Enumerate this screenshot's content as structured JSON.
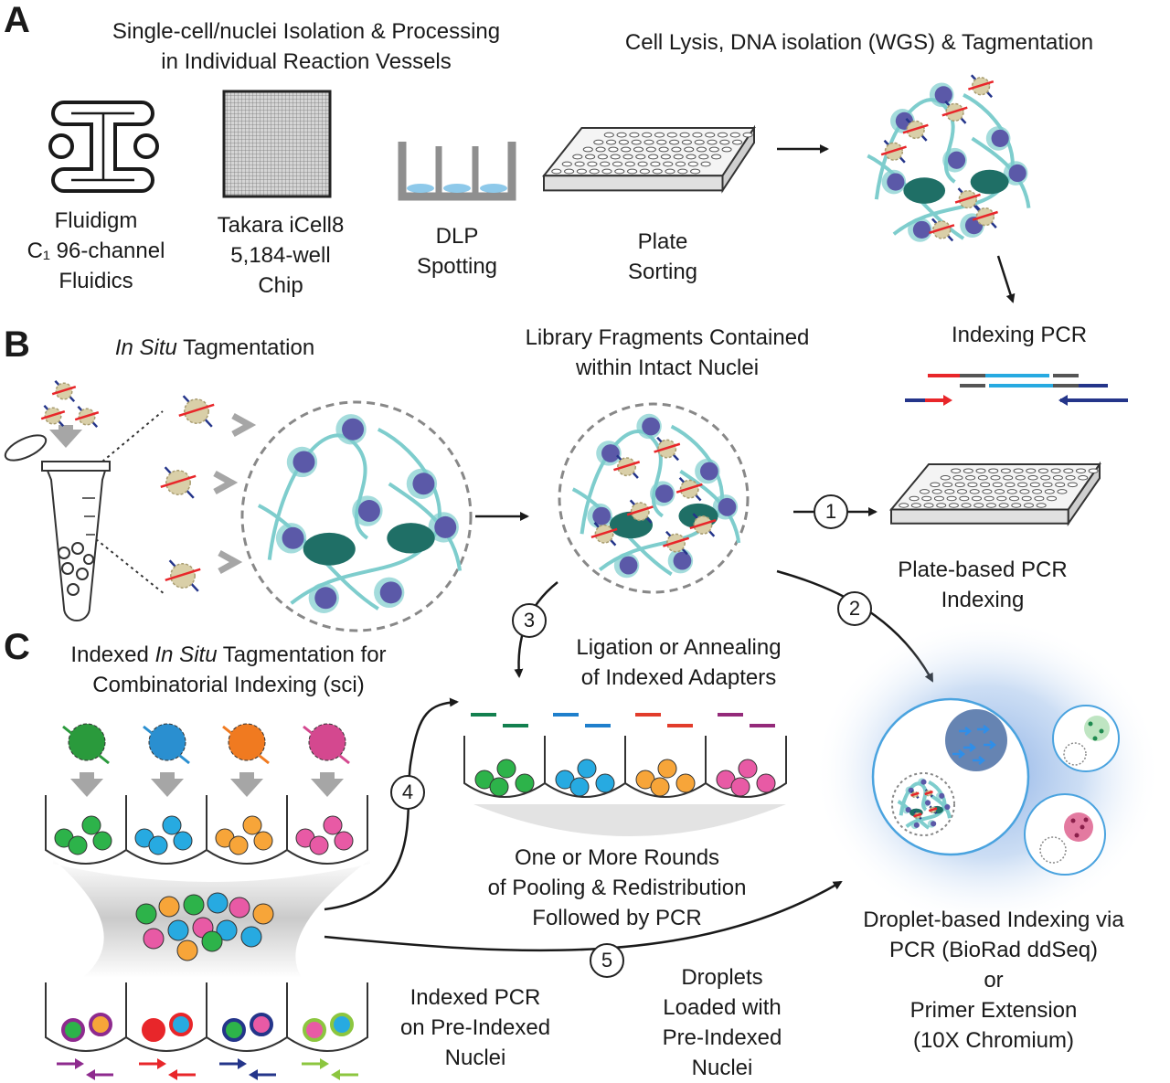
{
  "panels": {
    "a": "A",
    "b": "B",
    "c": "C"
  },
  "headings": {
    "isolation_line1": "Single-cell/nuclei Isolation & Processing",
    "isolation_line2": "in Individual Reaction Vessels",
    "lysis": "Cell Lysis, DNA isolation (WGS) & Tagmentation",
    "in_situ_italic": "In Situ",
    "in_situ_rest": " Tagmentation",
    "library_line1": "Library Fragments Contained",
    "library_line2": "within Intact Nuclei",
    "indexing_pcr": "Indexing PCR",
    "c_line1_pre": "Indexed ",
    "c_line1_italic": "In Situ",
    "c_line1_post": " Tagmentation for",
    "c_line2": "Combinatorial Indexing (sci)"
  },
  "platforms": {
    "fluidigm": [
      "Fluidigm",
      "C₁ 96-channel",
      "Fluidics"
    ],
    "takara": [
      "Takara iCell8",
      "5,184-well",
      "Chip"
    ],
    "dlp": [
      "DLP",
      "Spotting"
    ],
    "plate": [
      "Plate",
      "Sorting"
    ]
  },
  "labels": {
    "plate_pcr": [
      "Plate-based PCR",
      "Indexing"
    ],
    "ligation": [
      "Ligation or Annealing",
      "of Indexed Adapters"
    ],
    "pooling": [
      "One or More Rounds",
      "of Pooling & Redistribution",
      "Followed by PCR"
    ],
    "droplet": [
      "Droplet-based Indexing via",
      "PCR (BioRad ddSeq)",
      "or",
      "Primer Extension",
      "(10X Chromium)"
    ],
    "indexed_pcr": [
      "Indexed PCR",
      "on Pre-Indexed",
      "Nuclei"
    ],
    "droplets_loaded": [
      "Droplets",
      "Loaded with",
      "Pre-Indexed",
      "Nuclei"
    ]
  },
  "steps": [
    "1",
    "2",
    "3",
    "4",
    "5"
  ],
  "colors": {
    "teal": "#7ecdcd",
    "nucleosome": "#5b59a8",
    "dark_teal": "#1f6f66",
    "tn5": "#d9cfa8",
    "green": "#2db34a",
    "blue": "#27aae1",
    "orange": "#f7a539",
    "pink": "#e85aa5",
    "purple": "#8e2a8e",
    "red": "#e8262a",
    "navy": "#24358a",
    "lime": "#8cc63f",
    "gray": "#9a9a9a"
  }
}
